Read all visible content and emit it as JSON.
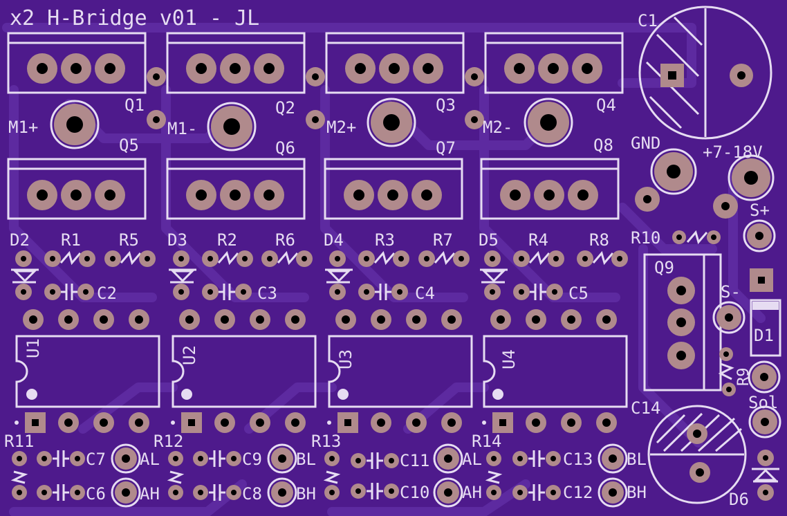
{
  "board": {
    "title": "x2 H-Bridge v01   -   JL",
    "colors": {
      "substrate": "#4e1a8c",
      "silk": "#e6dcf2",
      "copper": "#b08a8c",
      "trace": "#5d2aa0"
    }
  },
  "labels": {
    "c1": "C1",
    "q1": "Q1",
    "q2": "Q2",
    "q3": "Q3",
    "q4": "Q4",
    "q5": "Q5",
    "q6": "Q6",
    "q7": "Q7",
    "q8": "Q8",
    "m1p": "M1+",
    "m1n": "M1-",
    "m2p": "M2+",
    "m2n": "M2-",
    "gnd": "GND",
    "vin": "+7-18V",
    "sp": "S+",
    "sm": "S-",
    "d2": "D2",
    "d3": "D3",
    "d4": "D4",
    "d5": "D5",
    "r1": "R1",
    "r2": "R2",
    "r3": "R3",
    "r4": "R4",
    "r5": "R5",
    "r6": "R6",
    "r7": "R7",
    "r8": "R8",
    "r10": "R10",
    "q9": "Q9",
    "c2": "C2",
    "c3": "C3",
    "c4": "C4",
    "c5": "C5",
    "u1": "U1",
    "u2": "U2",
    "u3": "U3",
    "u4": "U4",
    "d1": "D1",
    "r9": "R9",
    "sol": "Sol",
    "c14": "C14",
    "d6": "D6",
    "r11": "R11",
    "r12": "R12",
    "r13": "R13",
    "r14": "R14",
    "c7": "C7",
    "c6": "C6",
    "c9": "C9",
    "c8": "C8",
    "c11": "C11",
    "c10": "C10",
    "c13": "C13",
    "c12": "C12",
    "al1": "AL",
    "ah1": "AH",
    "bl1": "BL",
    "bh1": "BH",
    "al2": "AL",
    "ah2": "AH",
    "bl2": "BL",
    "bh2": "BH"
  }
}
